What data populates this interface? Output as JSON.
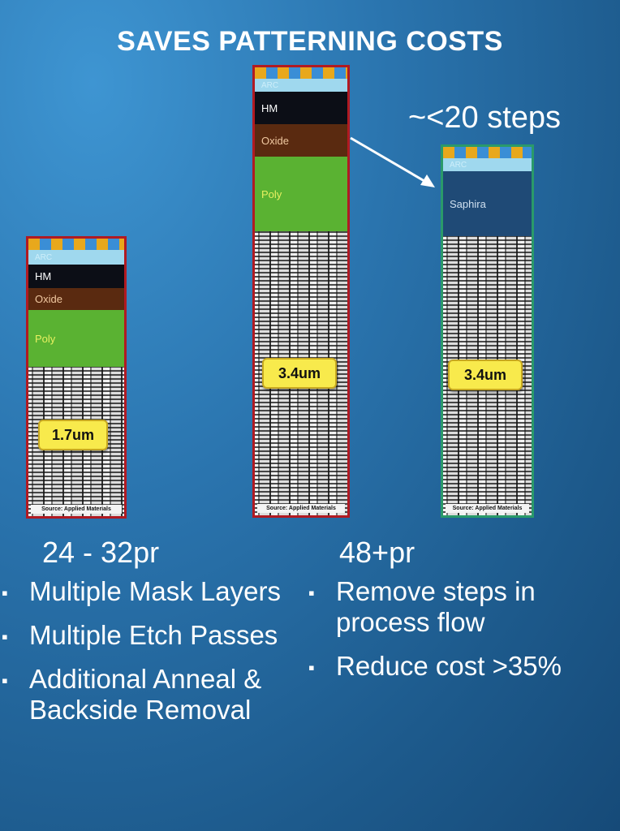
{
  "title": "SAVES PATTERNING COSTS",
  "steps_note": "~<20 steps",
  "source": "Source: Applied Materials",
  "stacks": [
    {
      "layers": [
        "ARC",
        "HM",
        "Oxide",
        "Poly"
      ],
      "badge": "1.7um"
    },
    {
      "layers": [
        "ARC",
        "HM",
        "Oxide",
        "Poly"
      ],
      "badge": "3.4um"
    },
    {
      "layers": [
        "ARC",
        "Saphira"
      ],
      "badge": "3.4um"
    }
  ],
  "left": {
    "heading": "24 - 32pr",
    "bullets": [
      "Multiple Mask Layers",
      "Multiple Etch Passes",
      "Additional Anneal & Backside Removal"
    ]
  },
  "right": {
    "heading": "48+pr",
    "bullets": [
      "Remove steps in process flow",
      "Reduce cost >35%"
    ]
  },
  "bullet_icon": "square-bullet"
}
